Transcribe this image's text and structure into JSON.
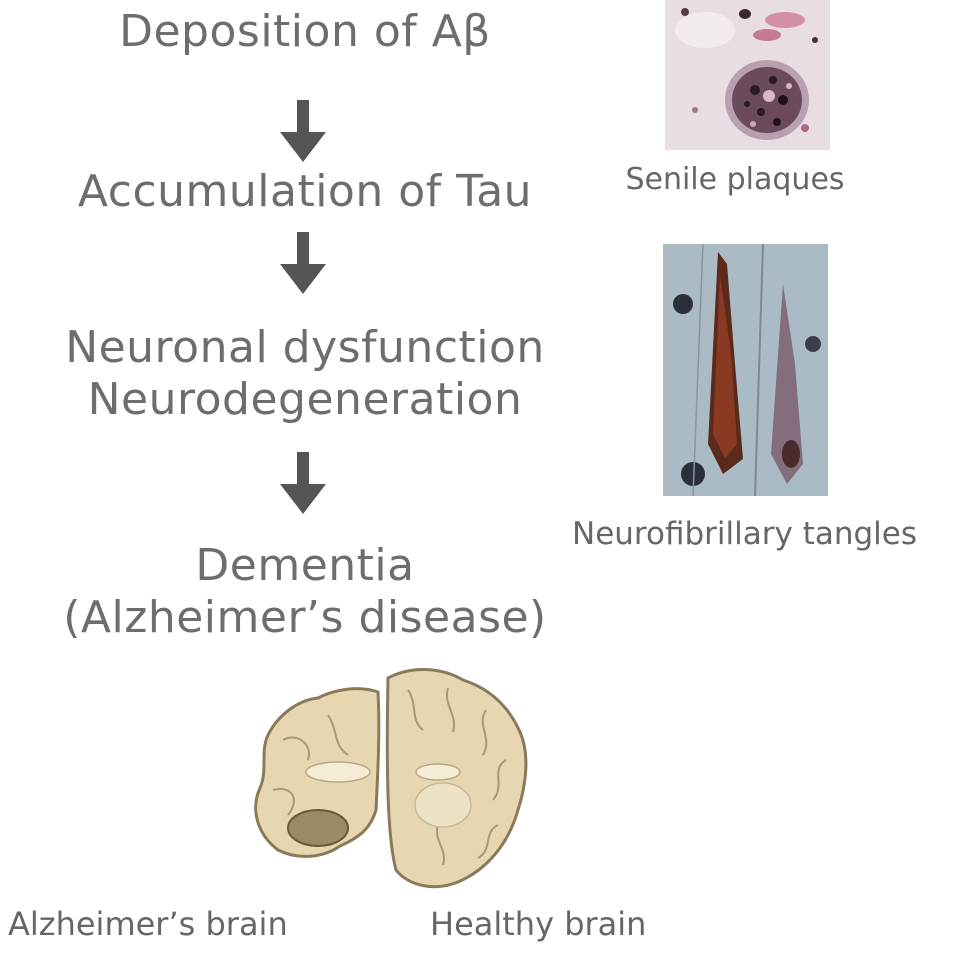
{
  "flow": {
    "steps": [
      {
        "lines": [
          "Deposition of Aβ"
        ]
      },
      {
        "lines": [
          "Accumulation of Tau"
        ]
      },
      {
        "lines": [
          "Neuronal dysfunction",
          "Neurodegeneration"
        ]
      },
      {
        "lines": [
          "Dementia",
          "(Alzheimer’s disease)"
        ]
      }
    ]
  },
  "images": {
    "plaques_caption": "Senile plaques",
    "tangles_caption": "Neurofibrillary tangles",
    "brain_left_caption": "Alzheimer’s brain",
    "brain_right_caption": "Healthy brain"
  },
  "colors": {
    "text": "#6d6d6d",
    "arrow": "#555555",
    "brain_tissue": "#e6d7b0",
    "brain_outline": "#8a7a5a"
  },
  "icons": {
    "arrow": "down-arrow-icon",
    "brain": "brain-section-icon"
  }
}
